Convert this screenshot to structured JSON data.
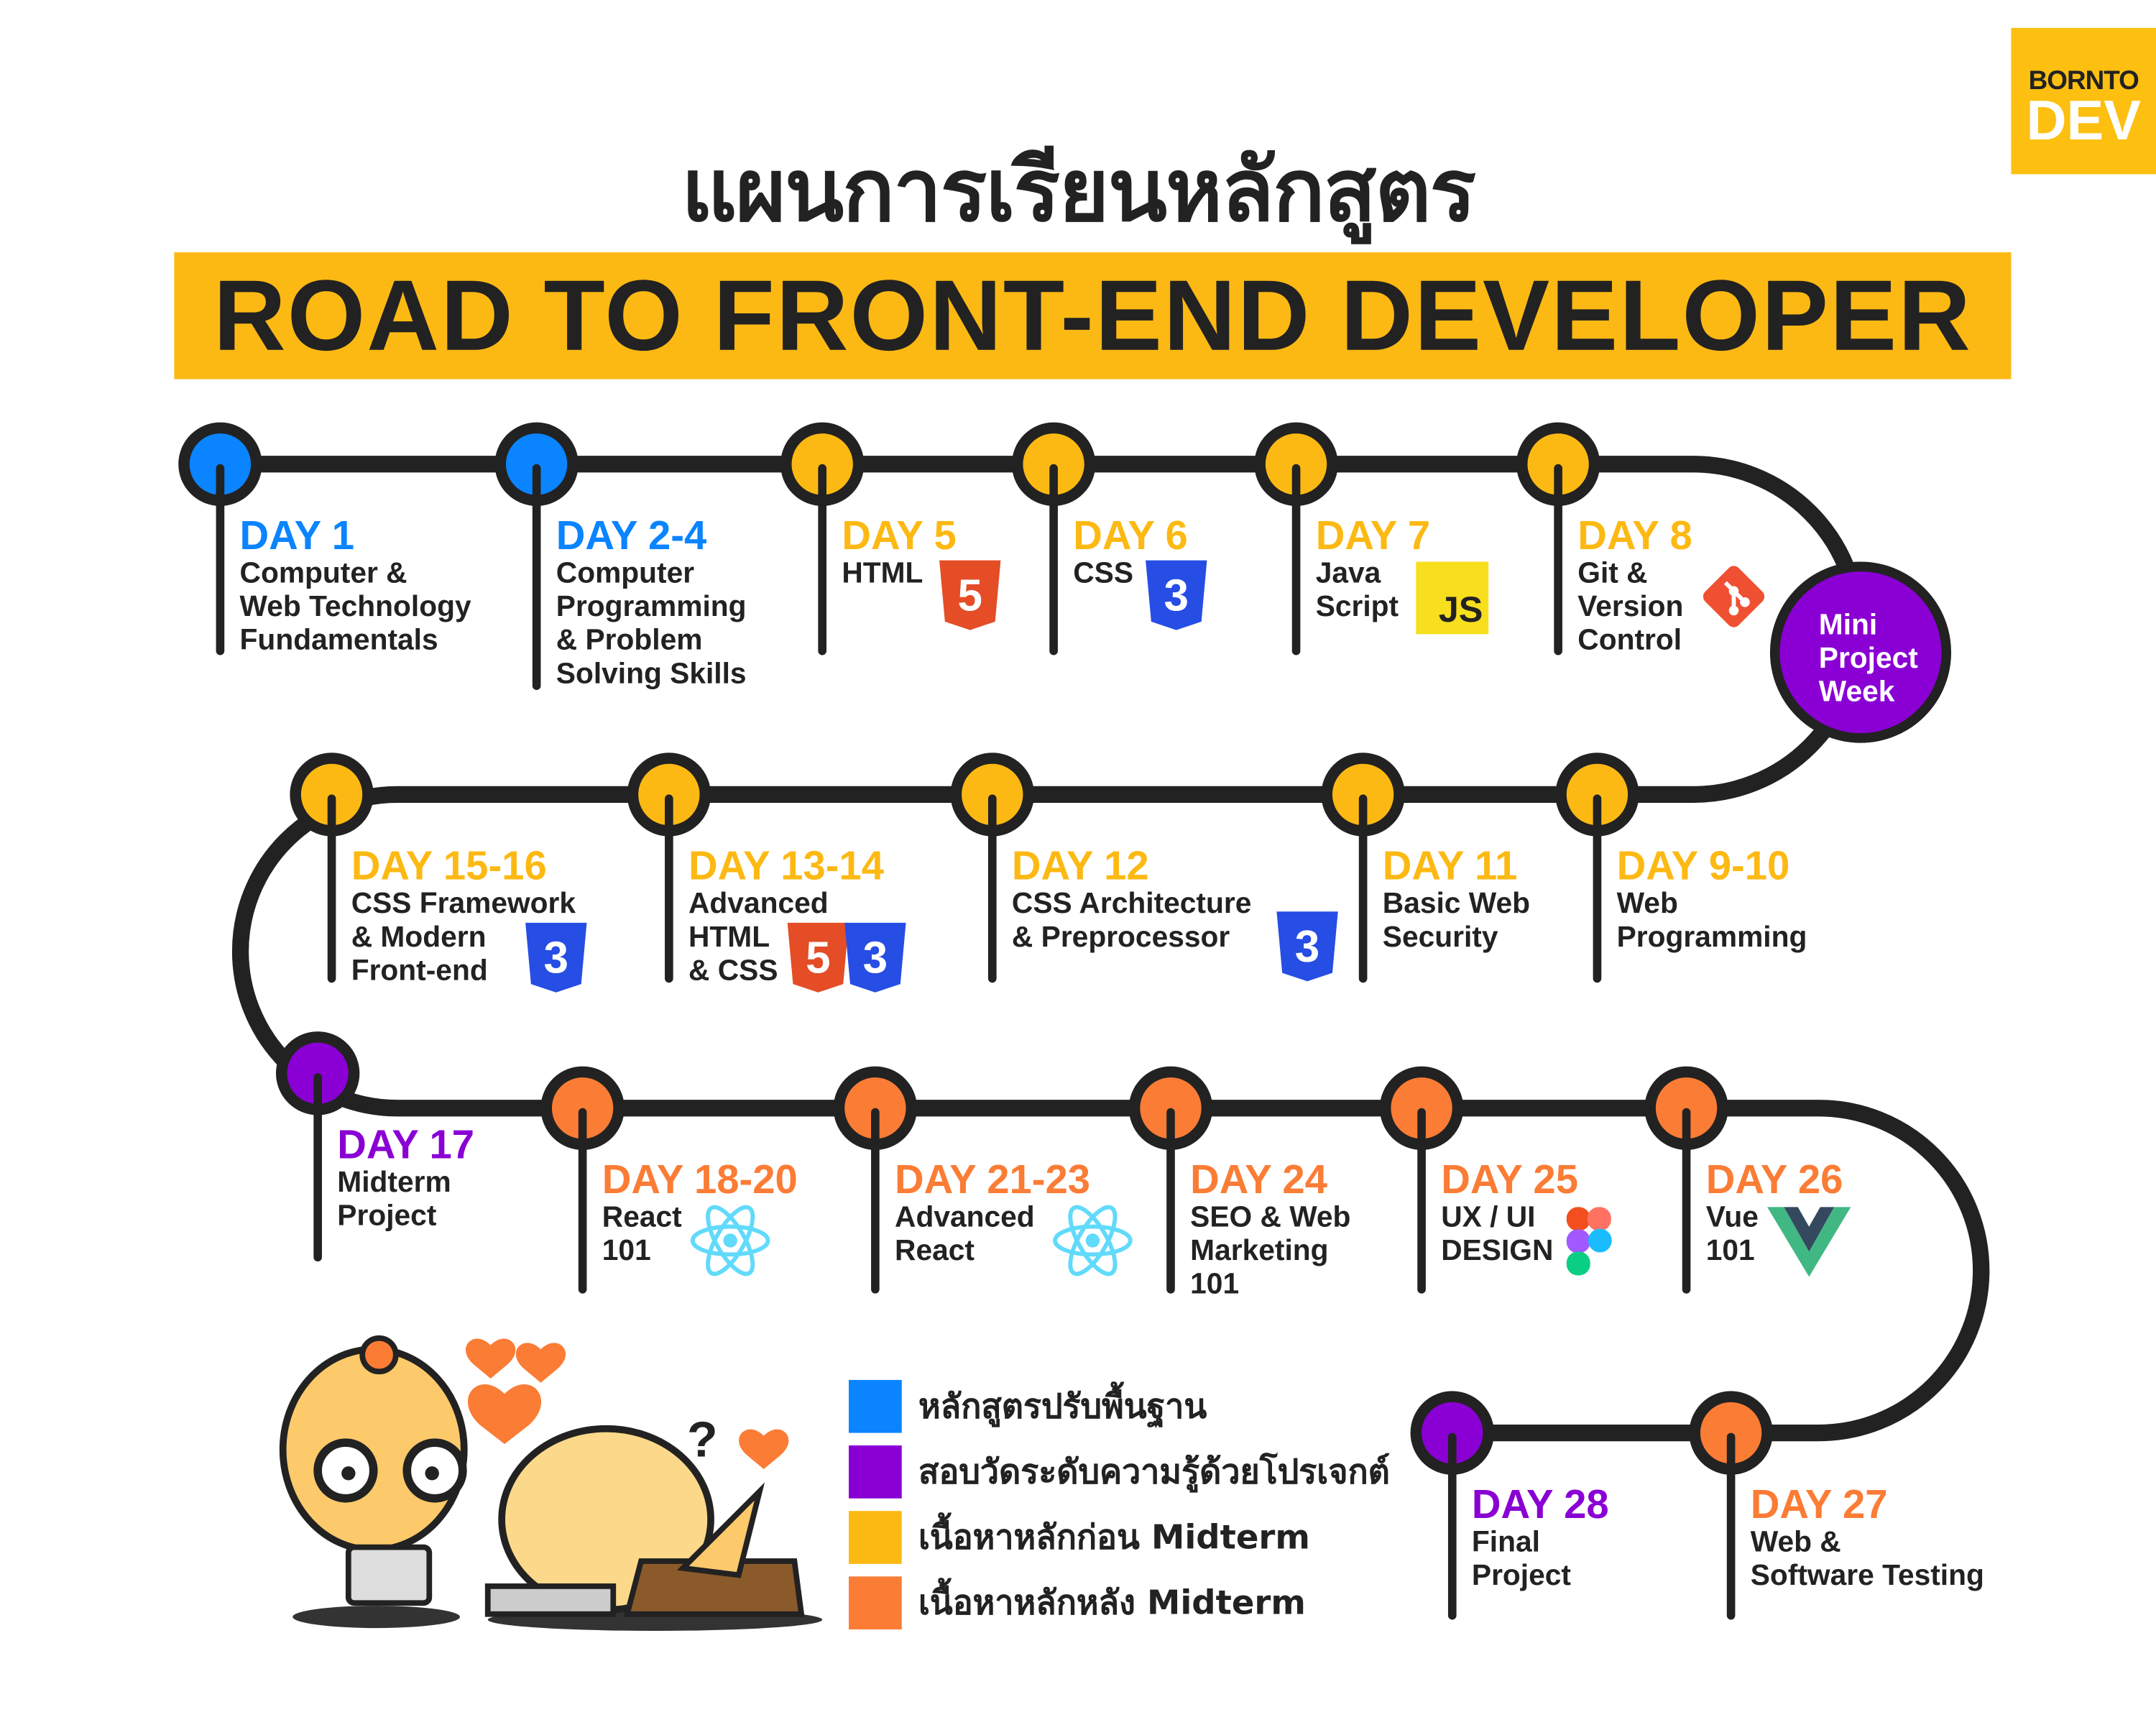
{
  "title_th": "แผนการเรียนหลักสูตร",
  "banner": "ROAD TO FRONT-END DEVELOPER",
  "logo": {
    "top": "BORNTO",
    "bottom": "DEV"
  },
  "colors": {
    "blue": "#0a84ff",
    "purple": "#8a00d4",
    "yellow": "#fdb913",
    "orange": "#fb7c35",
    "line": "#222222"
  },
  "mini_project": [
    "Mini",
    "Project",
    "Week"
  ],
  "days": [
    {
      "label": "DAY 1",
      "lines": [
        "Computer &",
        "Web Technology",
        "Fundamentals"
      ],
      "cat": "blue"
    },
    {
      "label": "DAY 2-4",
      "lines": [
        "Computer",
        "Programming",
        "& Problem",
        "Solving Skills"
      ],
      "cat": "blue"
    },
    {
      "label": "DAY 5",
      "lines": [
        "HTML"
      ],
      "cat": "yellow",
      "icons": [
        "html5-icon"
      ]
    },
    {
      "label": "DAY 6",
      "lines": [
        "CSS"
      ],
      "cat": "yellow",
      "icons": [
        "css3-icon"
      ]
    },
    {
      "label": "DAY 7",
      "lines": [
        "Java",
        "Script"
      ],
      "cat": "yellow",
      "icons": [
        "javascript-icon"
      ]
    },
    {
      "label": "DAY 8",
      "lines": [
        "Git &",
        "Version",
        "Control"
      ],
      "cat": "yellow",
      "icons": [
        "git-icon"
      ]
    },
    {
      "label": "DAY 9-10",
      "lines": [
        "Web",
        "Programming"
      ],
      "cat": "yellow"
    },
    {
      "label": "DAY 11",
      "lines": [
        "Basic Web",
        "Security"
      ],
      "cat": "yellow"
    },
    {
      "label": "DAY 12",
      "lines": [
        "CSS Architecture",
        "& Preprocessor"
      ],
      "cat": "yellow",
      "icons": [
        "css3-icon"
      ]
    },
    {
      "label": "DAY 13-14",
      "lines": [
        "Advanced",
        "HTML",
        "& CSS"
      ],
      "cat": "yellow",
      "icons": [
        "html5-icon",
        "css3-icon"
      ]
    },
    {
      "label": "DAY 15-16",
      "lines": [
        "CSS Framework",
        "& Modern",
        "Front-end"
      ],
      "cat": "yellow",
      "icons": [
        "css3-icon"
      ]
    },
    {
      "label": "DAY 17",
      "lines": [
        "Midterm",
        "Project"
      ],
      "cat": "purple"
    },
    {
      "label": "DAY 18-20",
      "lines": [
        "React",
        "101"
      ],
      "cat": "orange",
      "icons": [
        "react-icon"
      ]
    },
    {
      "label": "DAY 21-23",
      "lines": [
        "Advanced",
        "React"
      ],
      "cat": "orange",
      "icons": [
        "react-icon"
      ]
    },
    {
      "label": "DAY 24",
      "lines": [
        "SEO & Web",
        "Marketing",
        "101"
      ],
      "cat": "orange"
    },
    {
      "label": "DAY 25",
      "lines": [
        "UX / UI",
        "DESIGN"
      ],
      "cat": "orange",
      "icons": [
        "figma-icon"
      ]
    },
    {
      "label": "DAY 26",
      "lines": [
        "Vue",
        "101"
      ],
      "cat": "orange",
      "icons": [
        "vue-icon"
      ]
    },
    {
      "label": "DAY 27",
      "lines": [
        "Web &",
        "Software Testing"
      ],
      "cat": "orange"
    },
    {
      "label": "DAY 28",
      "lines": [
        "Final",
        "Project"
      ],
      "cat": "purple"
    }
  ],
  "legend": [
    {
      "label": "หลักสูตรปรับพื้นฐาน",
      "cat": "blue"
    },
    {
      "label": "สอบวัดระดับความรู้ด้วยโปรเจกต์",
      "cat": "purple"
    },
    {
      "label": "เนื้อหาหลักก่อน Midterm",
      "cat": "yellow"
    },
    {
      "label": "เนื้อหาหลักหลัง Midterm",
      "cat": "orange"
    }
  ],
  "icon_text": {
    "html5": "5",
    "css3": "3",
    "js": "JS"
  }
}
